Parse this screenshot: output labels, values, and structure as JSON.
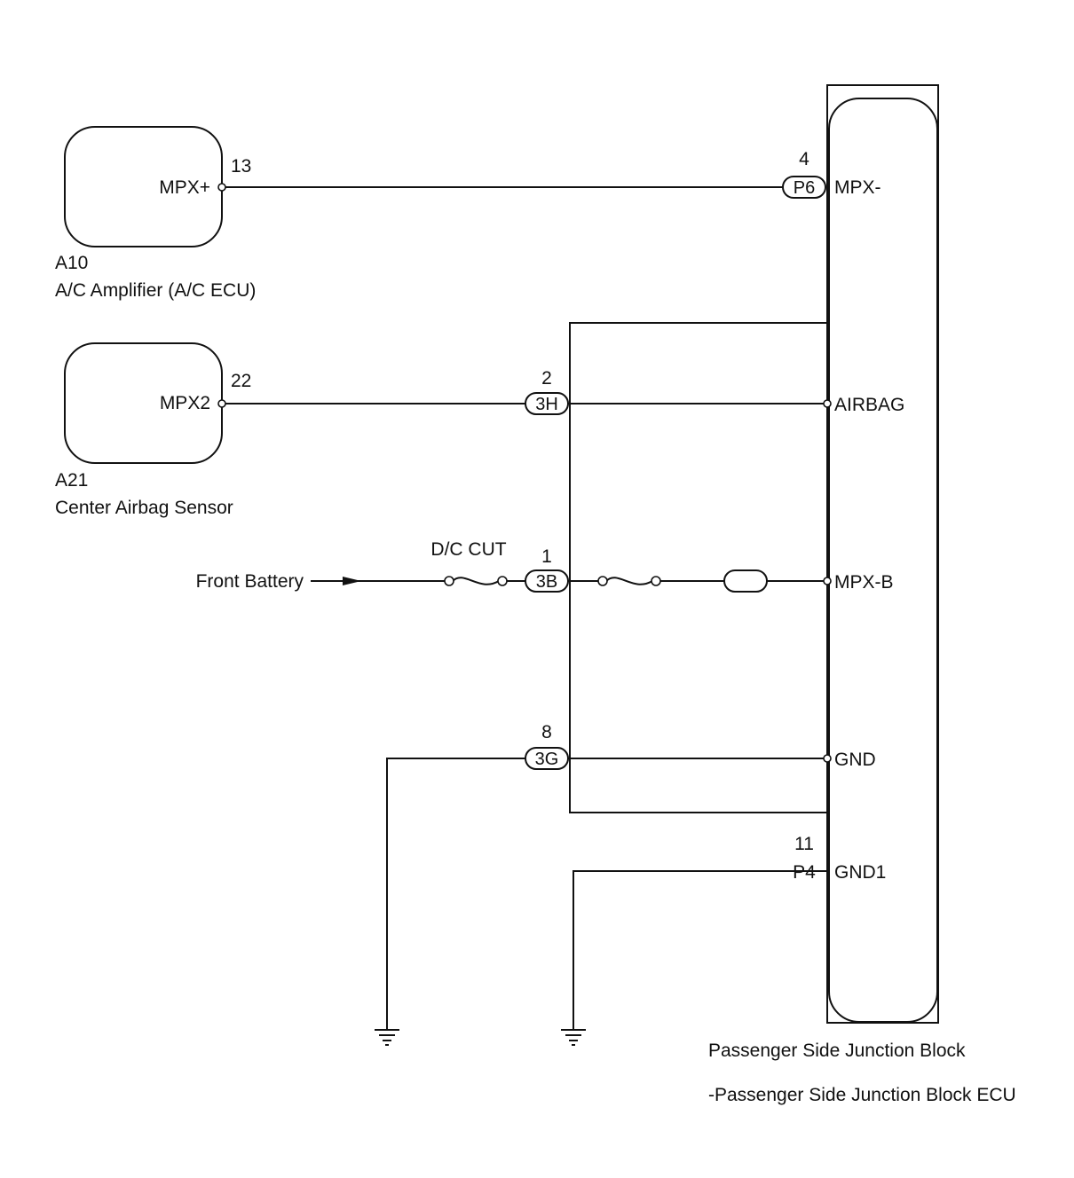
{
  "components": {
    "ac_amplifier": {
      "code": "A10",
      "name": "A/C Amplifier (A/C ECU)",
      "pin_label": "MPX+",
      "pin_number": "13"
    },
    "airbag_sensor": {
      "code": "A21",
      "name": "Center Airbag Sensor",
      "pin_label": "MPX2",
      "pin_number": "22"
    },
    "junction_block": {
      "name_line1": "Passenger Side Junction Block",
      "name_line2": "-Passenger Side Junction Block ECU",
      "pins": {
        "mpx_minus": "MPX-",
        "airbag": "AIRBAG",
        "mpx_b": "MPX-B",
        "gnd": "GND",
        "gnd1": "GND1"
      }
    }
  },
  "connectors": {
    "p6": {
      "code": "P6",
      "pin": "4"
    },
    "h3": {
      "code": "3H",
      "pin": "2"
    },
    "b3": {
      "code": "3B",
      "pin": "1"
    },
    "g3": {
      "code": "3G",
      "pin": "8"
    },
    "p4": {
      "code": "P4",
      "pin": "11"
    }
  },
  "power": {
    "source": "Front Battery",
    "fuse": "D/C CUT"
  }
}
